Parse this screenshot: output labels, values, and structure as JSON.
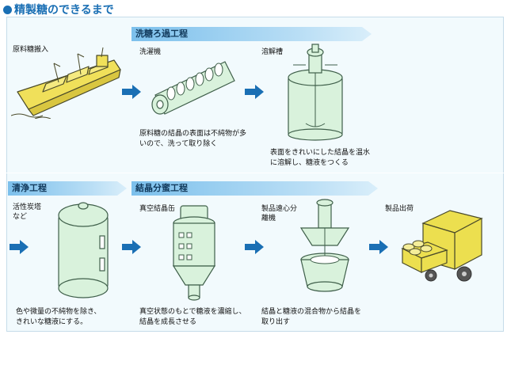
{
  "title": "精製糖のできるまで",
  "sections": {
    "top": "洗糖ろ過工程",
    "left": "清浄工程",
    "bottom": "結晶分蜜工程"
  },
  "labels": {
    "raw_sugar_import": "原料糖搬入",
    "washer": "洗濯機",
    "melt_tank": "溶解槽",
    "activated_carbon_line1": "活性炭塔",
    "activated_carbon_line2": "など",
    "vacuum_pan": "真空結晶缶",
    "centrifuge_line1": "製品遠心分",
    "centrifuge_line2": "離機",
    "shipping": "製品出荷"
  },
  "captions": {
    "washer_line1": "原料糖の結晶の表面は不純物が多",
    "washer_line2": "いので、洗って取り除く",
    "melt_line1": "表面をきれいにした結晶を温水",
    "melt_line2": "に溶解し、糖液をつくる",
    "clarify_line1": "色や微量の不純物を除き、",
    "clarify_line2": "きれいな糖液にする。",
    "vacuum_line1": "真空状態のもとで糖液を濃縮し、",
    "vacuum_line2": "結晶を成長させる",
    "centrifuge_line1": "結晶と糖液の混合物から結晶を",
    "centrifuge_line2": "取り出す"
  },
  "colors": {
    "accent_blue": "#1a6fb4",
    "equipment_green": "#d9f2dc",
    "equipment_outline": "#3f5f4a",
    "ship_yellow": "#f0e05a",
    "forklift_yellow": "#ecdf4f"
  }
}
